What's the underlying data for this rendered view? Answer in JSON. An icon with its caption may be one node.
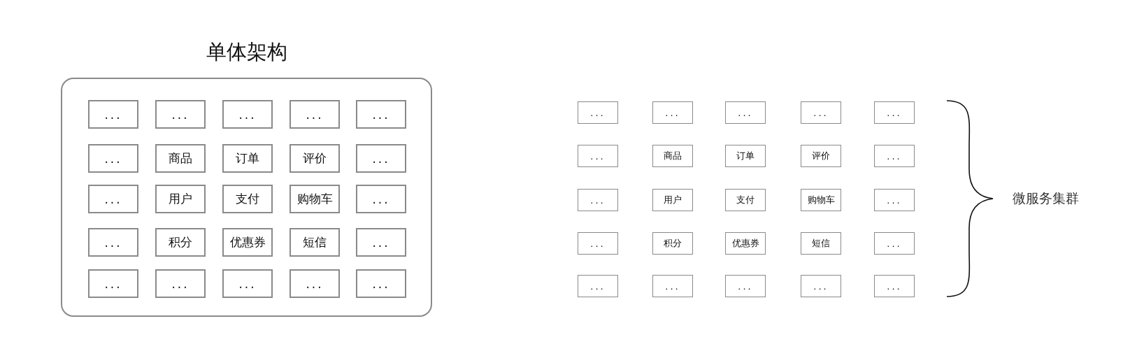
{
  "diagram": {
    "nodes": [
      {
        "text": [
          "单体架构"
        ]
      },
      {
        "text": [
          "..."
        ],
        "in": 0
      },
      {
        "text": [
          "..."
        ],
        "in": 0
      },
      {
        "text": [
          "..."
        ],
        "in": 0
      },
      {
        "text": [
          "..."
        ],
        "in": 0
      },
      {
        "text": [
          "..."
        ],
        "in": 0
      },
      {
        "text": [
          "..."
        ],
        "in": 0
      },
      {
        "text": [
          "商品"
        ],
        "in": 0
      },
      {
        "text": [
          "订单"
        ],
        "in": 0
      },
      {
        "text": [
          "评价"
        ],
        "in": 0
      },
      {
        "text": [
          "..."
        ],
        "in": 0
      },
      {
        "text": [
          "..."
        ],
        "in": 0
      },
      {
        "text": [
          "用户"
        ],
        "in": 0
      },
      {
        "text": [
          "支付"
        ],
        "in": 0
      },
      {
        "text": [
          "购物车"
        ],
        "in": 0
      },
      {
        "text": [
          "..."
        ],
        "in": 0
      },
      {
        "text": [
          "..."
        ],
        "in": 0
      },
      {
        "text": [
          "积分"
        ],
        "in": 0
      },
      {
        "text": [
          "优惠券"
        ],
        "in": 0
      },
      {
        "text": [
          "短信"
        ],
        "in": 0
      },
      {
        "text": [
          "..."
        ],
        "in": 0
      },
      {
        "text": [
          "..."
        ],
        "in": 0
      },
      {
        "text": [
          "..."
        ],
        "in": 0
      },
      {
        "text": [
          "..."
        ],
        "in": 0
      },
      {
        "text": [
          "..."
        ],
        "in": 0
      },
      {
        "text": [
          "..."
        ],
        "in": 0
      },
      {
        "text": [
          "..."
        ]
      },
      {
        "text": [
          "..."
        ]
      },
      {
        "text": [
          "..."
        ]
      },
      {
        "text": [
          "..."
        ]
      },
      {
        "text": [
          "..."
        ]
      },
      {
        "text": [
          "..."
        ]
      },
      {
        "text": [
          "商品"
        ]
      },
      {
        "text": [
          "订单"
        ]
      },
      {
        "text": [
          "评价"
        ]
      },
      {
        "text": [
          "..."
        ]
      },
      {
        "text": [
          "..."
        ]
      },
      {
        "text": [
          "用户"
        ]
      },
      {
        "text": [
          "支付"
        ]
      },
      {
        "text": [
          "购物车"
        ]
      },
      {
        "text": [
          "..."
        ]
      },
      {
        "text": [
          "..."
        ]
      },
      {
        "text": [
          "积分"
        ]
      },
      {
        "text": [
          "优惠券"
        ]
      },
      {
        "text": [
          "短信"
        ]
      },
      {
        "text": [
          "..."
        ]
      },
      {
        "text": [
          "..."
        ]
      },
      {
        "text": [
          "..."
        ]
      },
      {
        "text": [
          "..."
        ]
      },
      {
        "text": [
          "..."
        ]
      },
      {
        "text": [
          "..."
        ]
      }
    ],
    "edges": [],
    "labels": [
      "微服务集群"
    ]
  }
}
